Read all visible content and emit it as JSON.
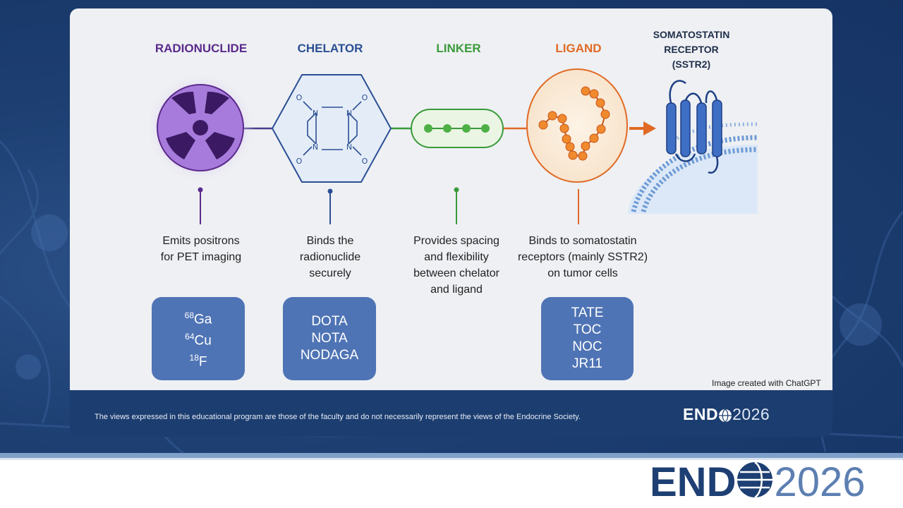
{
  "components": [
    {
      "id": "radionuclide",
      "heading": "RADIONUCLIDE",
      "color": "#5b2a8c",
      "desc": [
        "Emits positrons",
        "for PET imaging"
      ],
      "examples": [
        {
          "sup": "68",
          "sym": "Ga"
        },
        {
          "sup": "64",
          "sym": "Cu"
        },
        {
          "sup": "18",
          "sym": "F"
        }
      ]
    },
    {
      "id": "chelator",
      "heading": "CHELATOR",
      "color": "#2b4f94",
      "desc": [
        "Binds the",
        "radionuclide",
        "securely"
      ],
      "examples": [
        "DOTA",
        "NOTA",
        "NODAGA"
      ]
    },
    {
      "id": "linker",
      "heading": "LINKER",
      "color": "#3a9a3a",
      "desc": [
        "Provides spacing",
        "and flexibility",
        "between chelator",
        "and ligand"
      ],
      "examples": []
    },
    {
      "id": "ligand",
      "heading": "LIGAND",
      "color": "#e06a25",
      "desc": [
        "Binds to somatostatin",
        "receptors (mainly SSTR2)",
        "on tumor cells"
      ],
      "examples": [
        "TATE",
        "TOC",
        "NOC",
        "JR11"
      ]
    }
  ],
  "receptor": {
    "heading": [
      "SOMATOSTATIN",
      "RECEPTOR",
      "(SSTR2)"
    ],
    "color": "#1f2e4a"
  },
  "chelator_atoms": {
    "n": "N",
    "o": "O"
  },
  "credit": "Image created with ChatGPT",
  "footer": {
    "disclaimer": "The views expressed in this educational program are those of the faculty and do not necessarily represent the views of the Endocrine Society.",
    "brand_a": "END",
    "brand_year": "2026"
  },
  "colors": {
    "box": "#4f74b5",
    "band": "#1c3d6f",
    "brand": "#1e3f73"
  }
}
